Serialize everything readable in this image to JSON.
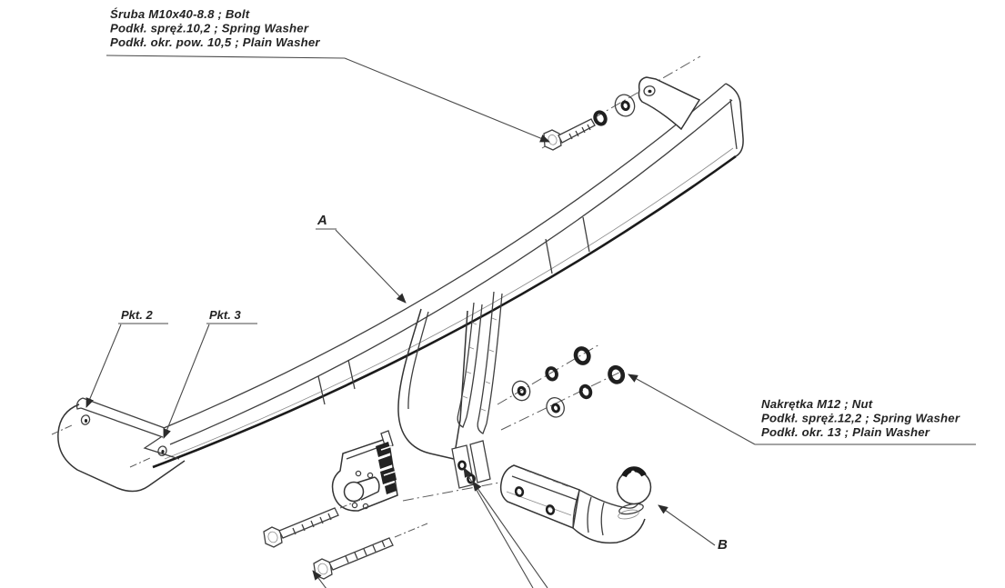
{
  "figure": {
    "kind": "towbar exploded assembly drawing"
  },
  "colors": {
    "background": "#ffffff",
    "line": "#3f3f3f",
    "line_dark": "#1b1b1b",
    "text": "#232323"
  },
  "labels": {
    "bolt_note": {
      "line1": "Śruba M10x40-8.8 ;  Bolt",
      "line2": "Podkł. spręż.10,2 ; Spring Washer",
      "line3": "Podkł. okr. pow. 10,5 ; Plain Washer"
    },
    "nut_note": {
      "line1": "Nakrętka  M12 ; Nut",
      "line2": "Podkł. spręż.12,2 ; Spring Washer",
      "line3": "Podkł. okr. 13 ; Plain Washer"
    },
    "pkt2": "Pkt. 2",
    "pkt3": "Pkt. 3",
    "part_a": "A",
    "part_b": "B"
  }
}
